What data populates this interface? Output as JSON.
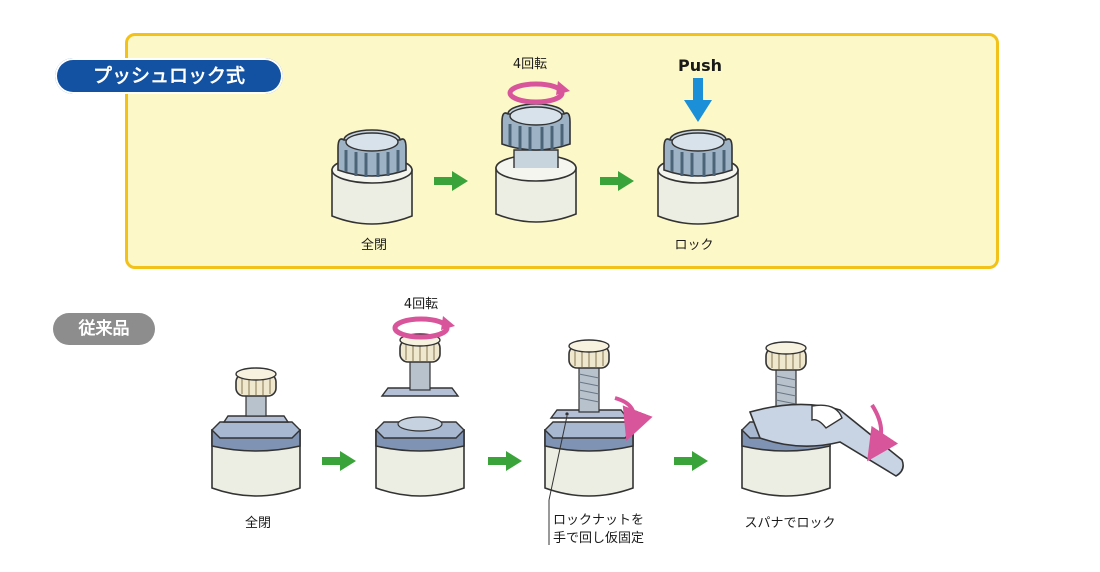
{
  "push_section": {
    "badge": "プッシュロック式",
    "steps": [
      {
        "label": "全閉"
      },
      {
        "label": "ロック",
        "top_label": "Push",
        "top_icon": "down-arrow-icon"
      }
    ],
    "rotate_step": {
      "top_label": "4回転",
      "top_icon": "rotate-arrow-icon"
    }
  },
  "conventional_section": {
    "badge": "従来品",
    "steps": [
      {
        "label": "全閉"
      },
      {
        "top_label": "4回転",
        "top_icon": "rotate-arrow-icon"
      },
      {
        "label_line1": "ロックナットを",
        "label_line2": "手で回し仮固定"
      },
      {
        "label": "スパナでロック"
      }
    ]
  },
  "colors": {
    "panel_fill": "#fdf8c8",
    "panel_border": "#f2c21a",
    "badge_blue": "#1352a3",
    "badge_gray": "#8d8d8d",
    "arrow_green": "#3aa33a",
    "rotate_pink": "#d9559b",
    "push_blue": "#1b8fd8"
  }
}
